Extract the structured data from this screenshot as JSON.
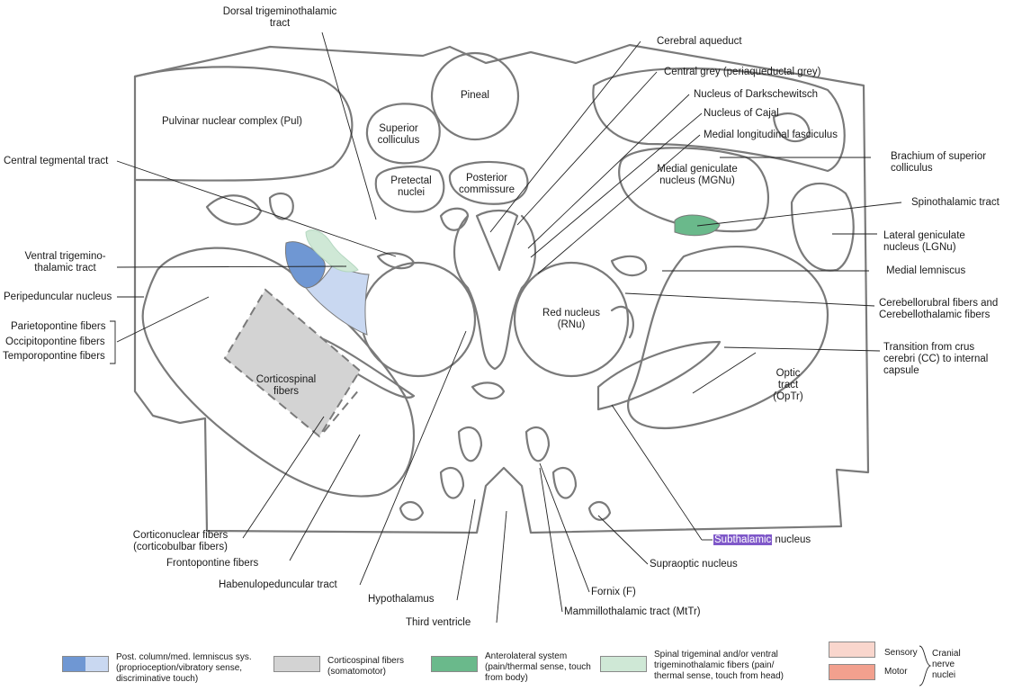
{
  "colors": {
    "outline": "#7a7a7a",
    "line": "#222222",
    "dcml_dark": "#6f97d3",
    "dcml_light": "#c9d8f1",
    "corticospinal": "#d3d3d3",
    "anterolateral": "#6ab98b",
    "spinal_trigeminal": "#cfe8d6",
    "sensory": "#f9d6cd",
    "motor": "#f2a08e",
    "highlight": "#7f58c9"
  },
  "regions": {
    "pineal": "Pineal",
    "superior_colliculus": "Superior colliculus",
    "pretectal_nuclei": "Pretectal nuclei",
    "posterior_commissure": "Posterior commissure",
    "pulvinar": "Pulvinar nuclear complex (Pul)",
    "mgnu": "Medial geniculate nucleus (MGNu)",
    "red_nucleus": "Red nucleus (RNu)",
    "optic_tract": "Optic tract (OpTr)",
    "corticospinal": "Corticospinal fibers"
  },
  "labels": {
    "dorsal_trigeminothalamic": "Dorsal trigeminothalamic tract",
    "cerebral_aqueduct": "Cerebral aqueduct",
    "central_grey": "Central grey (periaqueductal grey)",
    "darkschewitsch": "Nucleus of Darkschewitsch",
    "cajal": "Nucleus of Cajal",
    "mlf": "Medial longitudinal fasciculus",
    "brachium": "Brachium of superior colliculus",
    "central_tegmental": "Central tegmental tract",
    "spinothalamic": "Spinothalamic tract",
    "lgnu": "Lateral geniculate nucleus (LGNu)",
    "ventral_trigeminothalamic": "Ventral trigemino- thalamic tract",
    "medial_lemniscus": "Medial lemniscus",
    "peripeduncular": "Peripeduncular nucleus",
    "cerebellorubral": "Cerebellorubral fibers and",
    "cerebellothalamic": "Cerebellothalamic fibers",
    "parietopontine": "Parietopontine fibers",
    "occipitopontine": "Occipitopontine fibers",
    "temporopontine": "Temporopontine fibers",
    "transition": "Transition from crus cerebri (CC) to internal capsule",
    "corticonuclear": "Corticonuclear fibers (corticobulbar fibers)",
    "subthalamic_hl": "Subthalamic",
    "subthalamic_rest": " nucleus",
    "frontopontine": "Frontopontine fibers",
    "supraoptic": "Supraoptic nucleus",
    "habenulopeduncular": "Habenulopeduncular tract",
    "fornix": "Fornix (F)",
    "hypothalamus": "Hypothalamus",
    "mammillothalamic": "Mammillothalamic tract (MtTr)",
    "third_ventricle": "Third ventricle"
  },
  "legend": {
    "dcml": "Post. column/med. lemniscus sys. (proprioception/vibratory sense, discriminative touch)",
    "corticospinal": "Corticospinal fibers (somatomotor)",
    "anterolateral": "Anterolateral system (pain/thermal sense, touch from body)",
    "spinal_trigeminal": "Spinal trigeminal and/or ventral trigeminothalamic fibers (pain/ thermal sense, touch from head)",
    "sensory": "Sensory",
    "motor": "Motor",
    "cranial": "Cranial nerve nuclei"
  }
}
